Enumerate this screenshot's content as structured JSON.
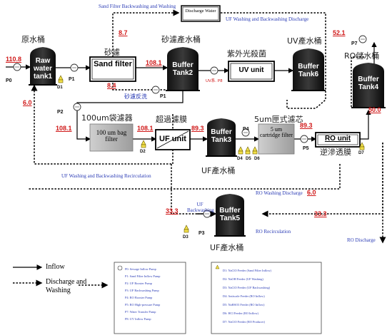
{
  "labels": {
    "top_sand_backwash": "Sand Filter Backwashing and Washing",
    "discharge_water": "Discharge Water",
    "uf_wash_discharge": "UF Washing and Backwashing Discharge",
    "uf_wash_recirc": "UF Washing and Backwashing Recirculation",
    "ro_wash_discharge": "RO Washing Discharge",
    "ro_recirculation": "RO Recirculation",
    "ro_discharge": "RO Discharge",
    "uf_backwashing": "UF Backwashing"
  },
  "units": {
    "raw_tank": "Raw water tank1",
    "raw_tank_zh": "原水桶",
    "sand_filter": "Sand filter",
    "sand_filter_zh": "砂濾",
    "sand_backwash_zh": "砂濾反洗",
    "buffer2": "Buffer Tank2",
    "buffer2_zh": "砂濾產水桶",
    "uv_unit": "UV unit",
    "uv_zh": "紫外光殺菌",
    "buffer6": "Buffer Tank6",
    "buffer6_zh": "UV產水桶",
    "bag_filter": "100 um bag filter",
    "bag_zh": "100um袋濾器",
    "uf_unit": "UF unit",
    "uf_zh": "超過濾膜",
    "buffer3": "Buffer Tank3",
    "buffer3_zh": "UF產水桶",
    "cartridge": "5 um cartridge filter",
    "cartridge_zh": "5um匣式濾芯",
    "ro_unit": "RO unit",
    "ro_zh": "逆滲透膜",
    "buffer4": "Buffer Tank4",
    "buffer4_zh": "RO儲水桶",
    "buffer5": "Buffer Tank5",
    "buffer5_zh": "UF產水桶",
    "uv_pump_zh": "UV系. P8"
  },
  "flows": {
    "f_110_8": "110.8",
    "f_8_7": "8.7",
    "f_108_1_a": "108.1",
    "f_8_4": "8.4",
    "f_6_0_a": "6.0",
    "f_108_1_b": "108.1",
    "f_108_1_c": "108.1",
    "f_89_3_a": "89.3",
    "f_89_3_b": "89.3",
    "f_52_1": "52.1",
    "f_50_0": "50.0",
    "f_6_0_b": "6.0",
    "f_33_3_a": "33.3",
    "f_33_3_b": "33.3"
  },
  "pumps": {
    "p0": "P0",
    "p1a": "P1",
    "p1b": "P1",
    "p2": "P2",
    "p3": "P3",
    "p4": "P4",
    "p5": "P5",
    "p7": "P7"
  },
  "dosers": {
    "d1": "D1",
    "d2": "D2",
    "d3": "D3",
    "d4": "D4",
    "d5": "D5",
    "d6": "D6",
    "d7": "D7"
  },
  "legend": {
    "inflow": "Inflow",
    "discharge": "Discharge and Washing",
    "pumps": [
      "P0: Sewage Inflow Pump",
      "P1: Sand Filter Inflow Pump",
      "P2: UF Booster Pump",
      "P3: UF Backwashing Pump",
      "P4: RO Booster Pump",
      "P5: RO High-pressure Pump",
      "P7: Water Transfer Pump",
      "P8: UV Inflow Pump"
    ],
    "feeders": [
      "D1: NaClO Feeder (Sand Filter Inflow)",
      "D2: NaOH Feeder (UF Washing)",
      "D3: NaClO Feeder (UF Backwashing)",
      "D4: Antiscale Feeder (RO Inflow)",
      "D5: NaHSO3 Feeder (RO Inflow)",
      "D6: HCl Feeder (RO Inflow)",
      "D7: NaClO Feeder (RO Producer)"
    ]
  }
}
